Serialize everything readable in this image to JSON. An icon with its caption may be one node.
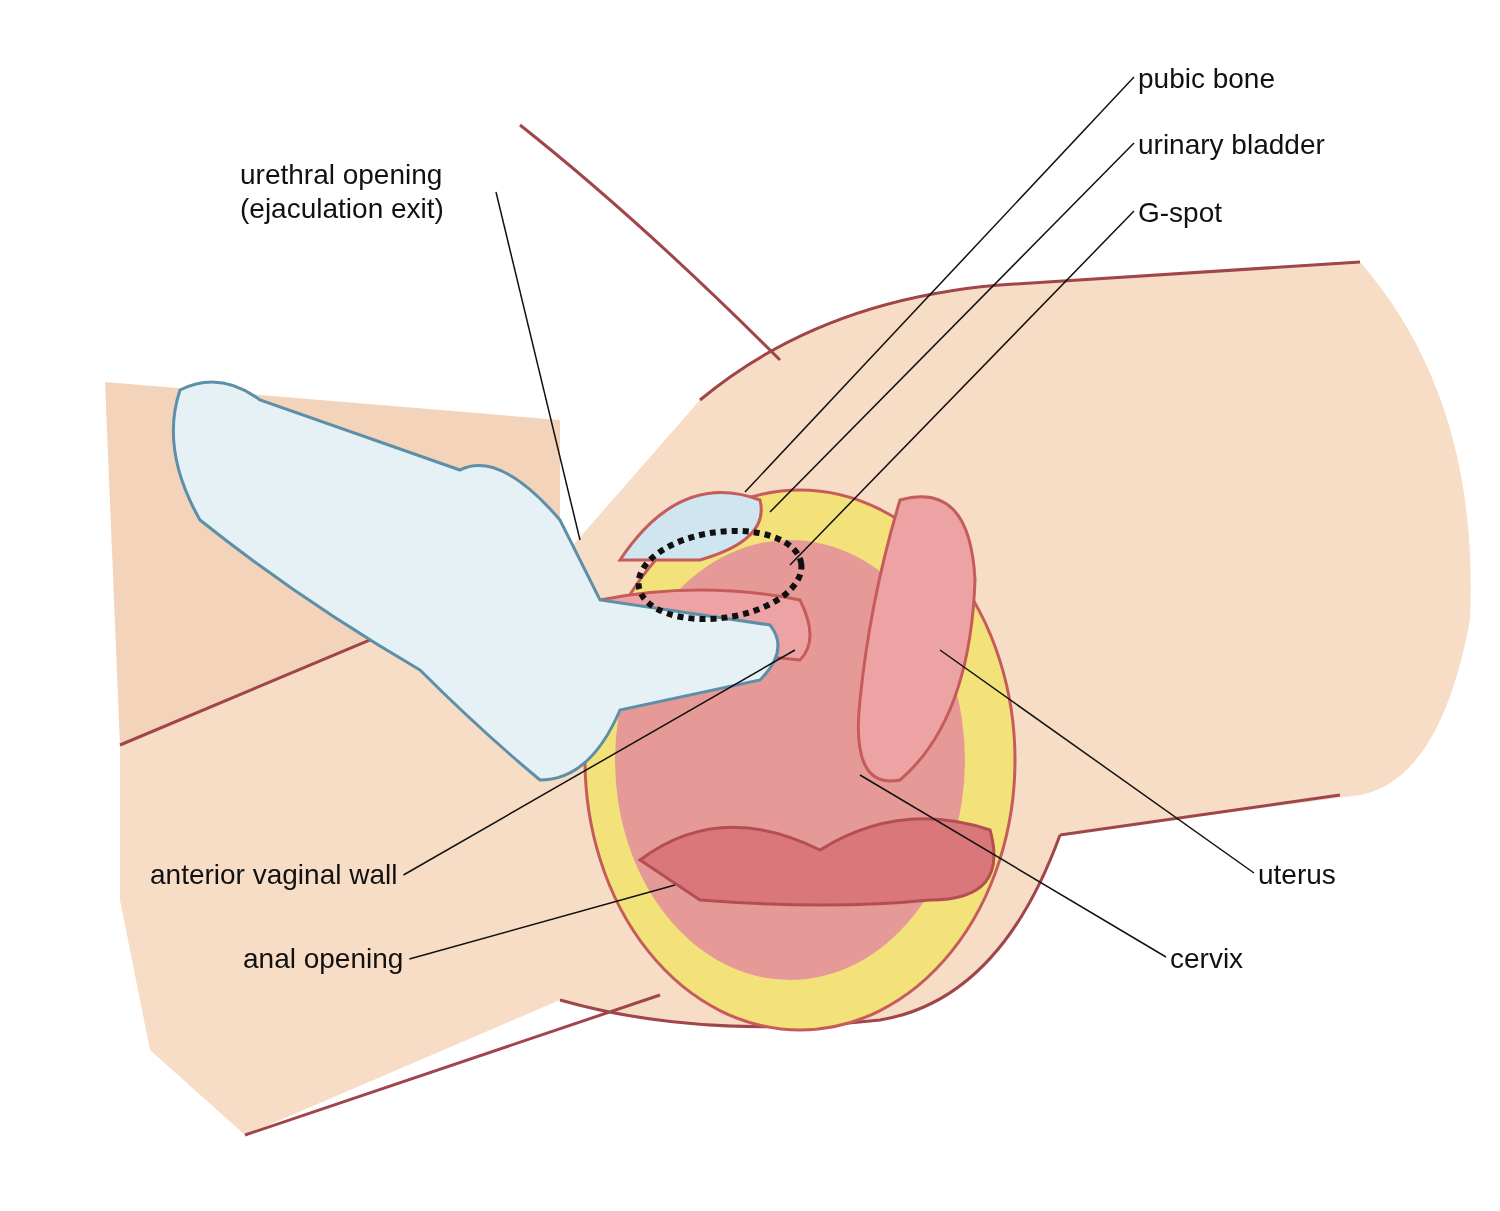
{
  "diagram": {
    "nodes": [
      {
        "text": [
          "urethral opening (ejaculation exit)"
        ]
      },
      {
        "text": [
          "pubic bone"
        ]
      },
      {
        "text": [
          "urinary bladder"
        ]
      },
      {
        "text": [
          "G-spot"
        ]
      },
      {
        "text": [
          "anterior vaginal wall"
        ]
      },
      {
        "text": [
          "anal opening"
        ]
      },
      {
        "text": [
          "uterus"
        ]
      },
      {
        "text": [
          "cervix"
        ]
      }
    ],
    "edges": [
      {
        "from": 0,
        "to": null,
        "arrow": "none"
      },
      {
        "from": 1,
        "to": null,
        "arrow": "none"
      },
      {
        "from": 2,
        "to": null,
        "arrow": "none"
      },
      {
        "from": 3,
        "to": null,
        "arrow": "none"
      },
      {
        "from": 4,
        "to": null,
        "arrow": "none"
      },
      {
        "from": 5,
        "to": null,
        "arrow": "none"
      },
      {
        "from": 6,
        "to": null,
        "arrow": "none"
      },
      {
        "from": 7,
        "to": null,
        "arrow": "none"
      }
    ]
  }
}
